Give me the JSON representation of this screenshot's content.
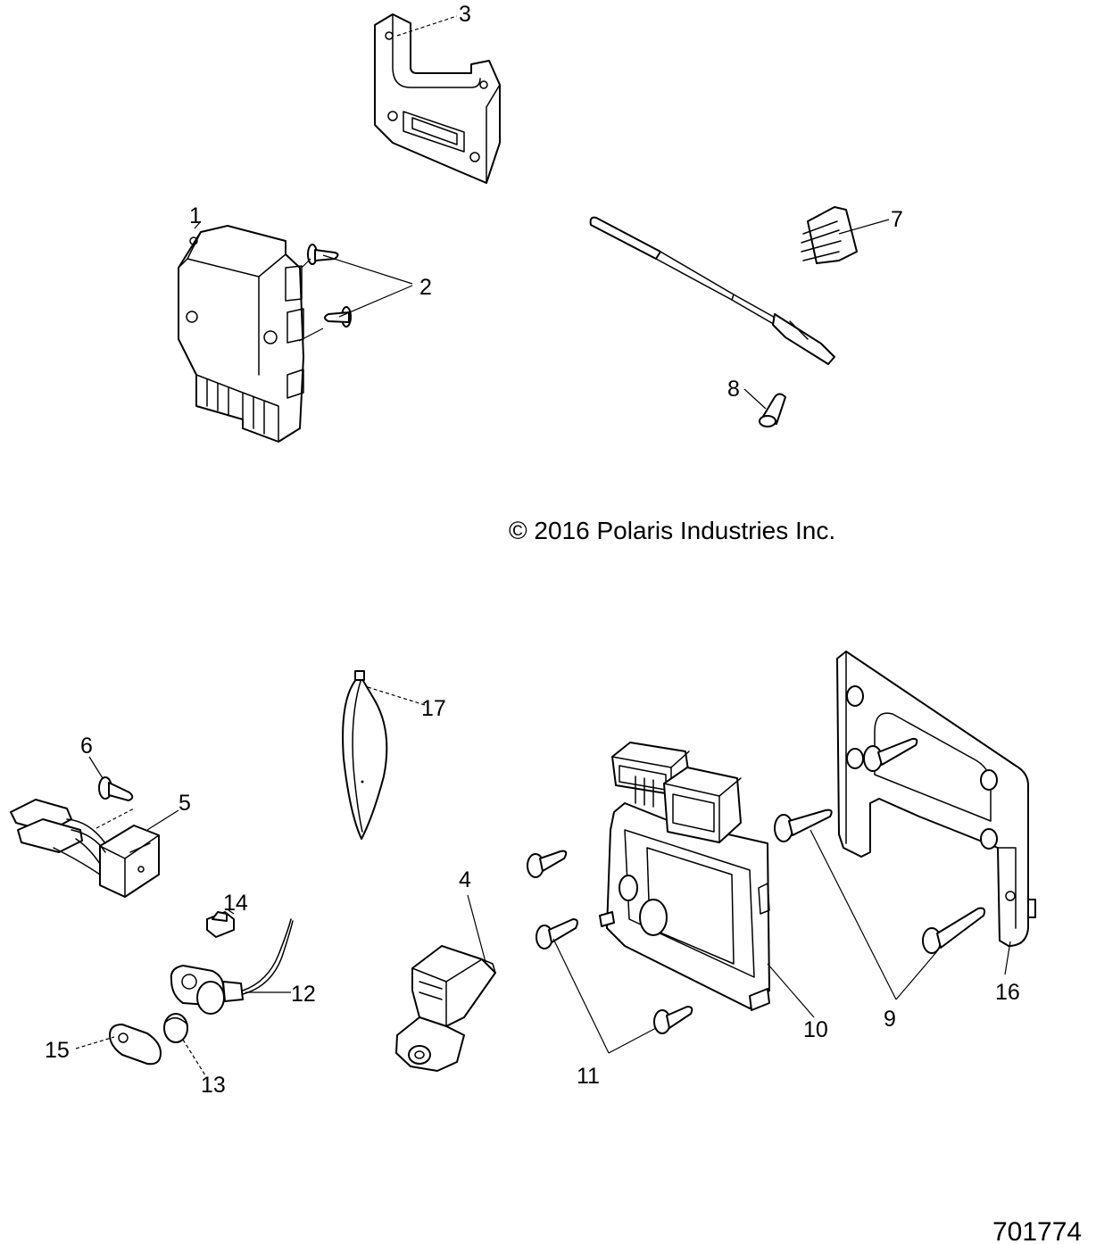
{
  "copyright": "© 2016 Polaris Industries Inc.",
  "drawing_number": "701774",
  "callouts": {
    "c1": "1",
    "c2": "2",
    "c3": "3",
    "c4": "4",
    "c5": "5",
    "c6": "6",
    "c7": "7",
    "c8": "8",
    "c9": "9",
    "c10": "10",
    "c11": "11",
    "c12": "12",
    "c13": "13",
    "c14": "14",
    "c15": "15",
    "c16": "16",
    "c17": "17"
  }
}
